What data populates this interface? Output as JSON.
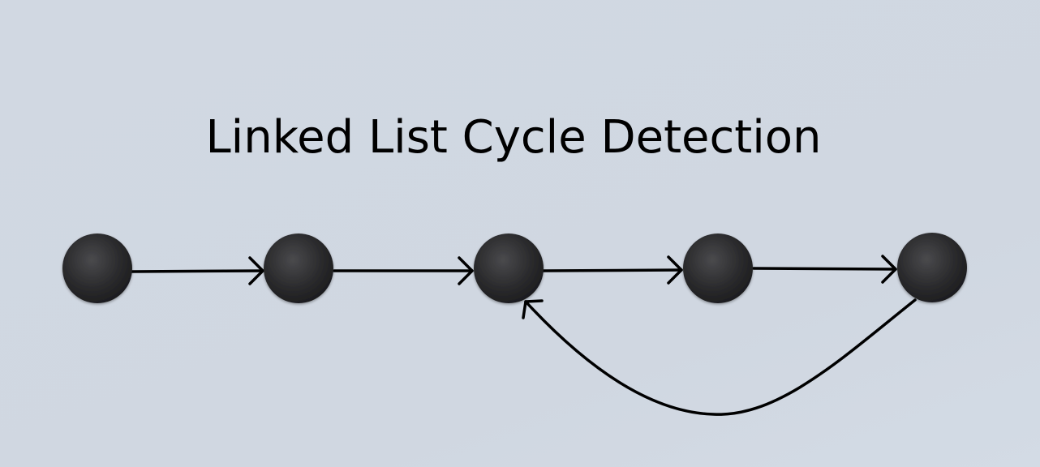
{
  "diagram": {
    "title": "Linked List Cycle Detection",
    "node_count": 5,
    "edges": [
      {
        "from": 0,
        "to": 1
      },
      {
        "from": 1,
        "to": 2
      },
      {
        "from": 2,
        "to": 3
      },
      {
        "from": 3,
        "to": 4
      },
      {
        "from": 4,
        "to": 2,
        "kind": "cycle"
      }
    ],
    "colors": {
      "background": "#d0d8e2",
      "node": "#2b2b2d",
      "edge": "#000000",
      "text": "#000000"
    }
  }
}
